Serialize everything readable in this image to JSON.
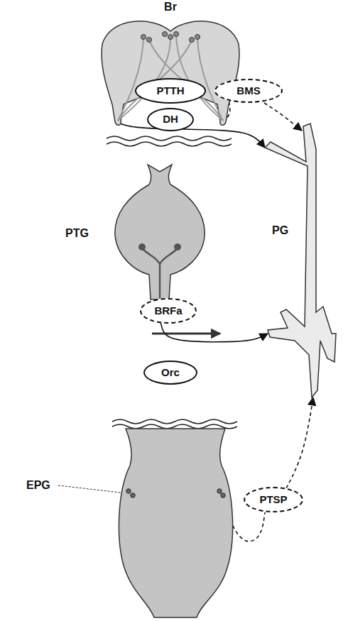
{
  "diagram": {
    "nodes": [
      {
        "text": [
          "Br"
        ]
      },
      {
        "text": [
          "PTTH"
        ]
      },
      {
        "text": [
          "DH"
        ]
      },
      {
        "text": [
          "BMS"
        ]
      },
      {
        "text": [
          "PG"
        ]
      },
      {
        "text": [
          "PTG"
        ]
      },
      {
        "text": [
          "BRFa"
        ]
      },
      {
        "text": [
          "Orc"
        ]
      },
      {
        "text": [
          "EPG"
        ]
      },
      {
        "text": [
          "PTSP"
        ]
      }
    ],
    "edges": [
      {
        "from": 0,
        "to": 4,
        "arrow": "to"
      },
      {
        "from": 0,
        "to": 3,
        "arrow": "none"
      },
      {
        "from": 3,
        "to": 4,
        "arrow": "to"
      },
      {
        "from": 5,
        "to": 4,
        "arrow": "to"
      },
      {
        "from": 8,
        "to": 9,
        "arrow": "none"
      },
      {
        "from": 9,
        "to": 4,
        "arrow": "to"
      }
    ]
  }
}
